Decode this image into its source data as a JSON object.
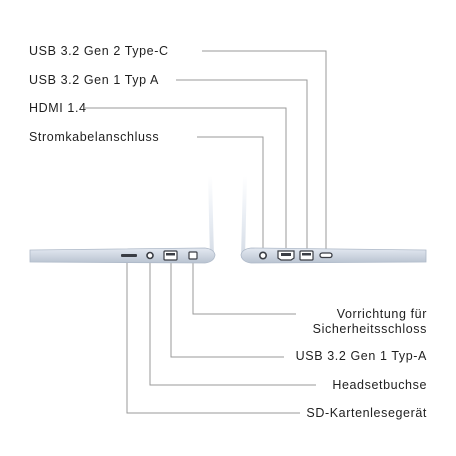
{
  "top_labels": [
    "USB 3.2 Gen 2 Type-C",
    "USB 3.2 Gen 1 Typ A",
    "HDMI 1.4",
    "Stromkabelanschluss"
  ],
  "bottom_labels": {
    "security_line1": "Vorrichtung für",
    "security_line2": "Sicherheitsschloss",
    "usb_a": "USB 3.2 Gen 1 Typ-A",
    "headset": "Headsetbuchse",
    "sd": "SD-Kartenlesegerät"
  },
  "colors": {
    "laptop": "#d3dbe6",
    "laptop_edge": "#aeb9c8",
    "port": "#3a3d44",
    "line": "#9a9a9a"
  }
}
